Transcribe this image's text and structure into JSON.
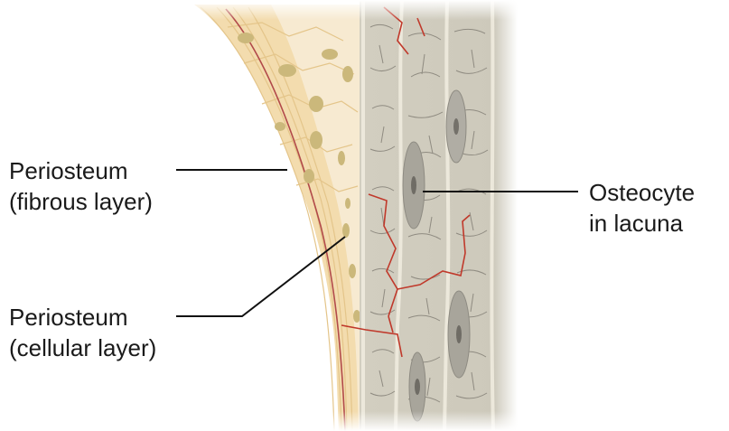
{
  "labels": {
    "periosteum_fibrous": {
      "line1": "Periosteum",
      "line2": "(fibrous layer)"
    },
    "periosteum_cellular": {
      "line1": "Periosteum",
      "line2": "(cellular layer)"
    },
    "osteocyte": {
      "line1": "Osteocyte",
      "line2": "in lacuna"
    }
  },
  "colors": {
    "bone_matrix": "#cfcbbd",
    "bone_lines": "#8e8a80",
    "lamella_border": "#e8e4d6",
    "fibrous_layer": "#f3d9a8",
    "cellular_layer": "#f5e8cf",
    "cell_nuclei": "#c9b57a",
    "blood_vessel": "#c0392b",
    "osteocyte": "#a9a69d",
    "leader_line": "#111111"
  }
}
